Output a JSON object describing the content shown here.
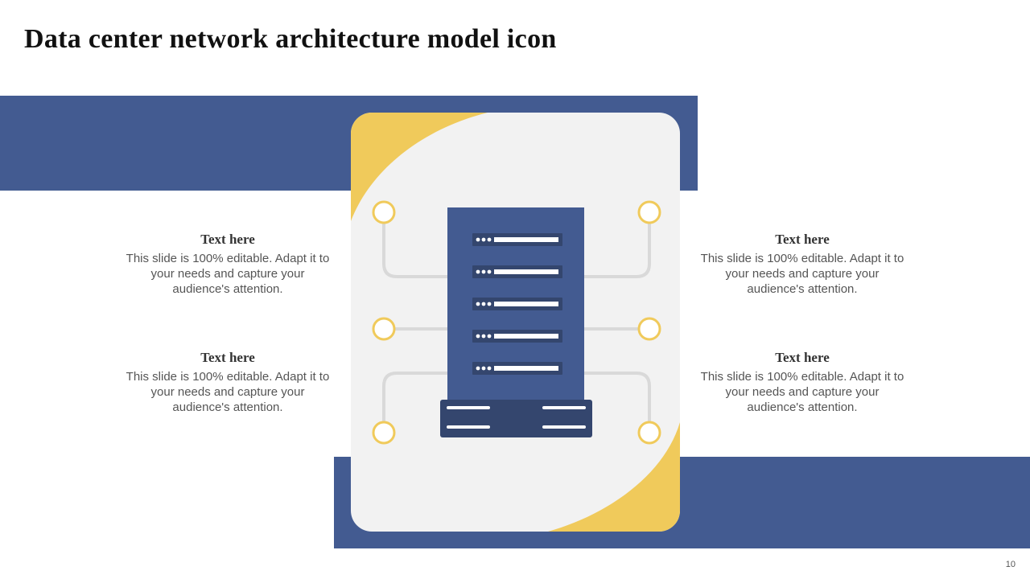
{
  "slide": {
    "title": "Data center network architecture model icon",
    "page_number": "10"
  },
  "text_blocks": [
    {
      "heading": "Text here",
      "body": "This slide is 100% editable. Adapt it to your needs and capture your audience's attention."
    },
    {
      "heading": "Text here",
      "body": "This slide is 100% editable. Adapt it to your needs and capture your audience's attention."
    },
    {
      "heading": "Text here",
      "body": "This slide is 100% editable. Adapt it to your needs and capture your audience's attention."
    },
    {
      "heading": "Text here",
      "body": "This slide is 100% editable. Adapt it to your needs and capture your audience's attention."
    }
  ],
  "colors": {
    "band": "#435B91",
    "card": "#F2F2F2",
    "accent": "#F0CA5B",
    "server": "#435B91",
    "server_dark": "#34466E",
    "connector": "#D9D9D9"
  },
  "icons": [
    "server-rack-icon",
    "network-node-icon"
  ]
}
